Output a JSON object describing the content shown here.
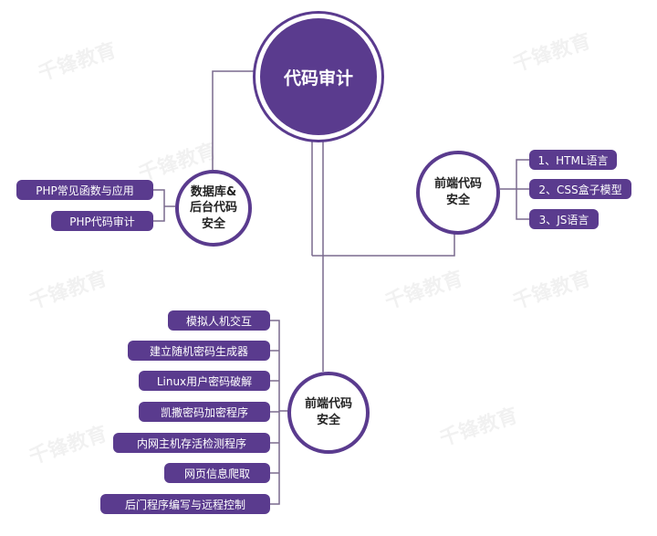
{
  "center": {
    "label": "代码审计"
  },
  "left_node": {
    "lines": [
      "数据库&",
      "后台代码",
      "安全"
    ],
    "items": [
      "PHP常见函数与应用",
      "PHP代码审计"
    ]
  },
  "right_node": {
    "lines": [
      "前端代码",
      "安全"
    ],
    "items": [
      "1、HTML语言",
      "2、CSS盒子模型",
      "3、JS语言"
    ]
  },
  "bottom_node": {
    "lines": [
      "前端代码",
      "安全"
    ],
    "items": [
      "模拟人机交互",
      "建立随机密码生成器",
      "Linux用户密码破解",
      "凯撒密码加密程序",
      "内网主机存活检测程序",
      "网页信息爬取",
      "后门程序编写与远程控制"
    ]
  },
  "colors": {
    "primary": "#5a3b8e",
    "line": "#7a6a8e"
  }
}
